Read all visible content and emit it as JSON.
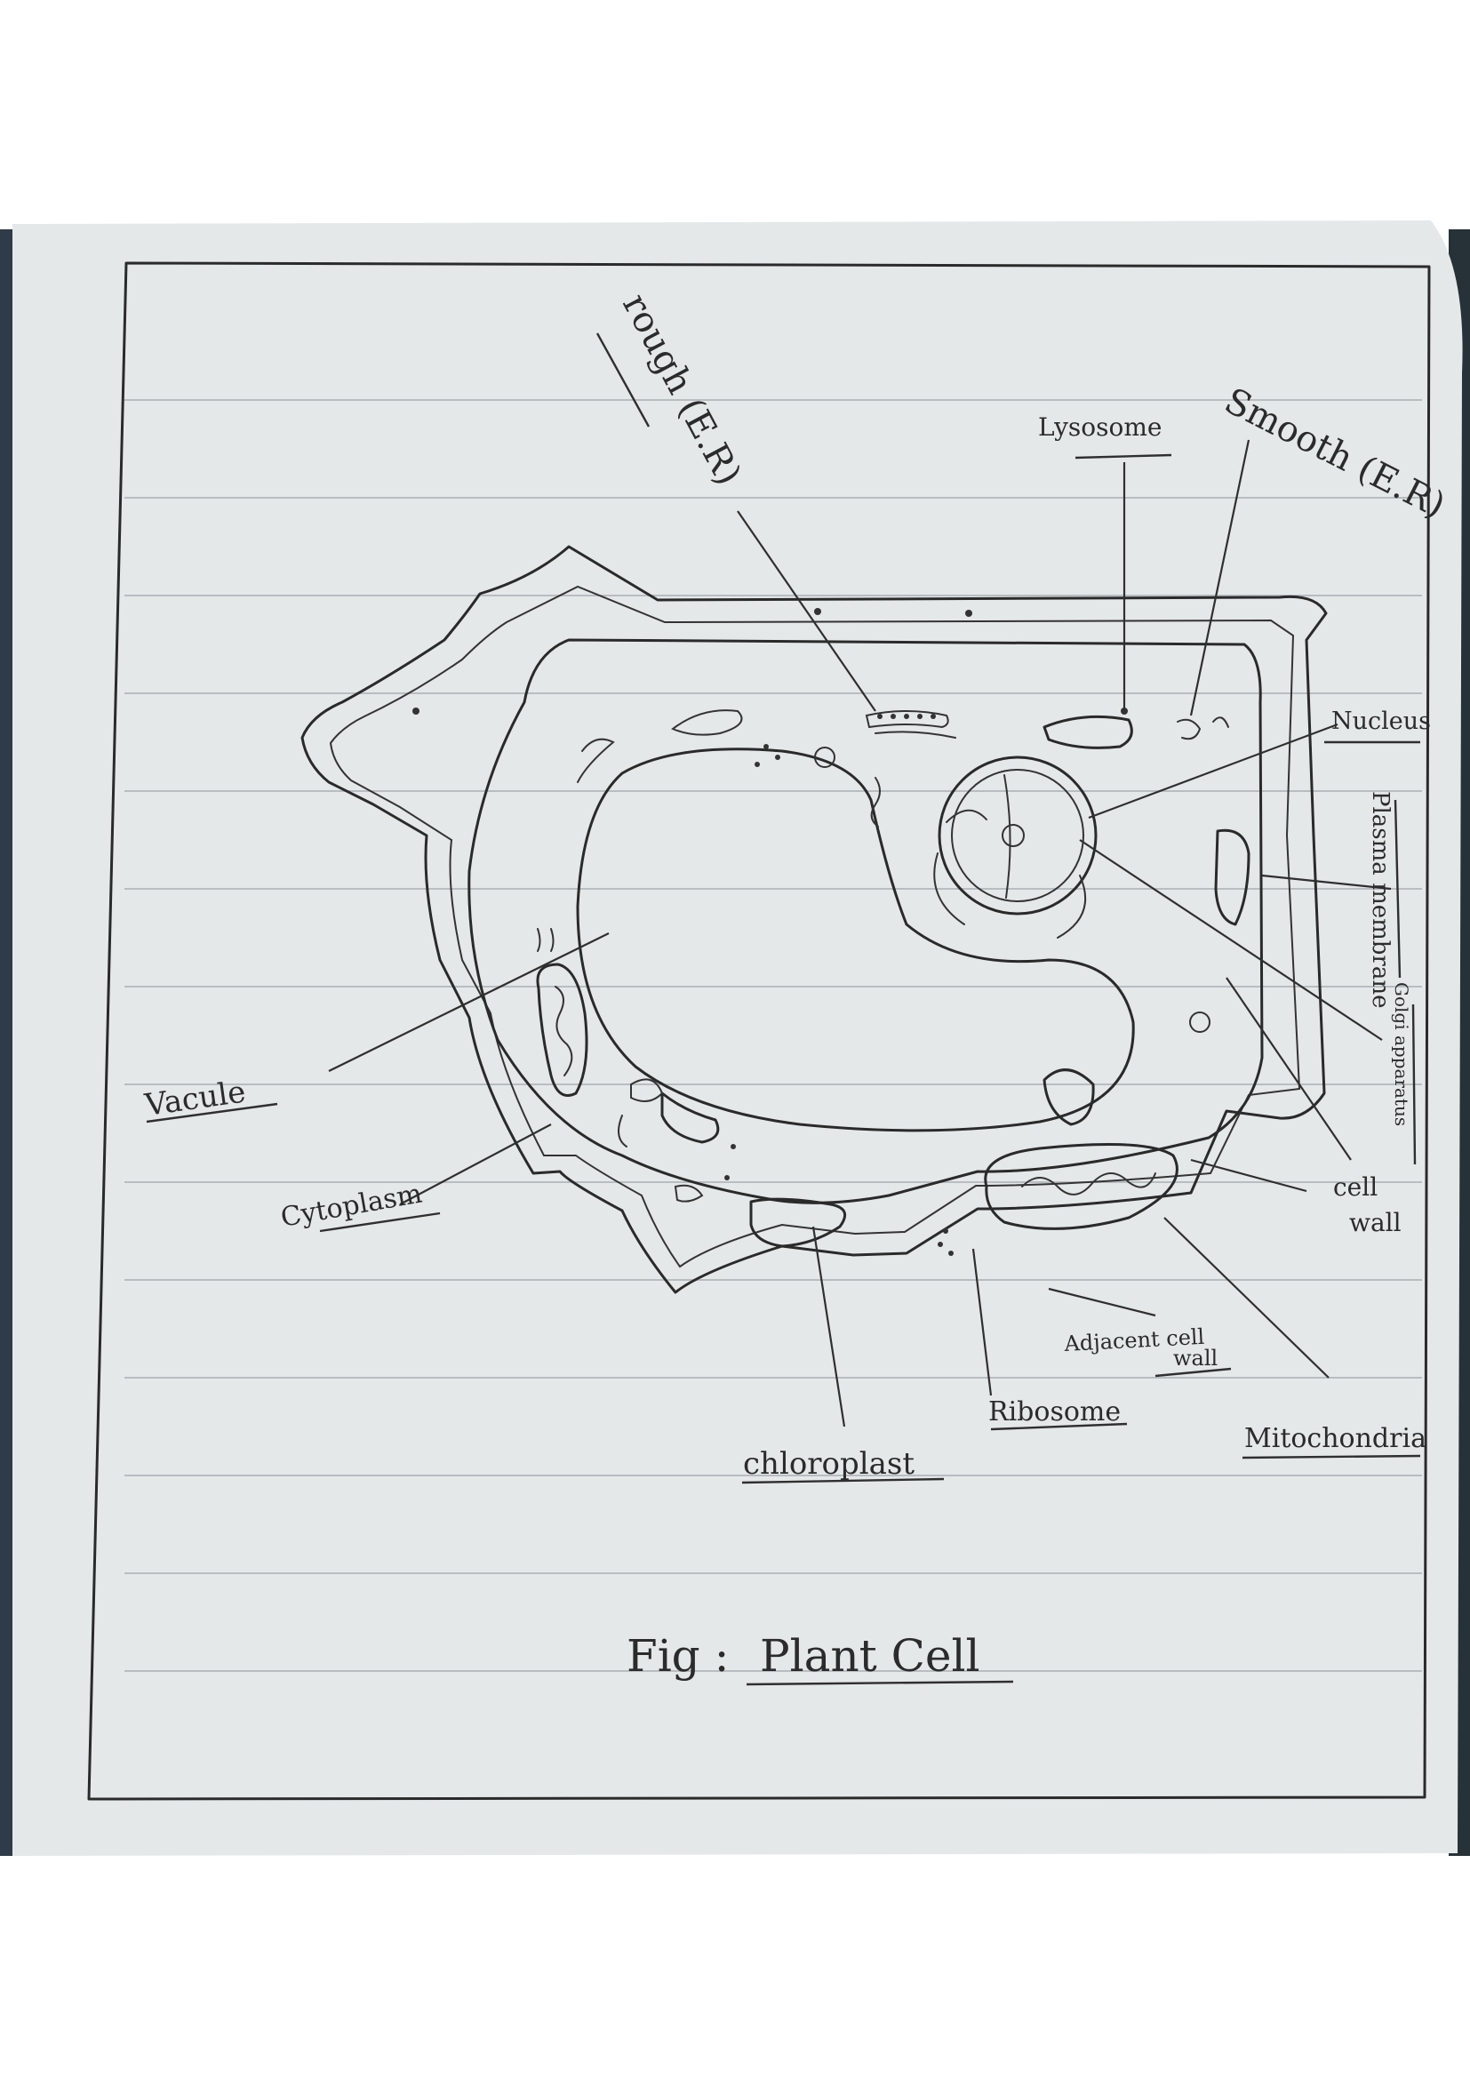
{
  "figure": {
    "caption_prefix": "Fig :",
    "caption_title": "Plant Cell"
  },
  "labels": {
    "rough_er": "rough (E.R)",
    "lysosome": "Lysosome",
    "smooth_er": "Smooth (E.R)",
    "nucleus": "Nucleus",
    "plasma_membrane": "Plasma membrane",
    "golgi": "Golgi apparatus",
    "vacuole": "Vacule",
    "cytoplasm": "Cytoplasm",
    "cell_wall_1": "cell",
    "cell_wall_2": "wall",
    "adjacent_wall_1": "Adjacent cell",
    "adjacent_wall_2": "wall",
    "mitochondria": "Mitochondria",
    "ribosome": "Ribosome",
    "chloroplast": "chloroplast"
  },
  "colors": {
    "paper": "#e4e8e9",
    "ink": "#2a2a2a",
    "background": "#ffffff",
    "binding": "#2f3b48"
  }
}
